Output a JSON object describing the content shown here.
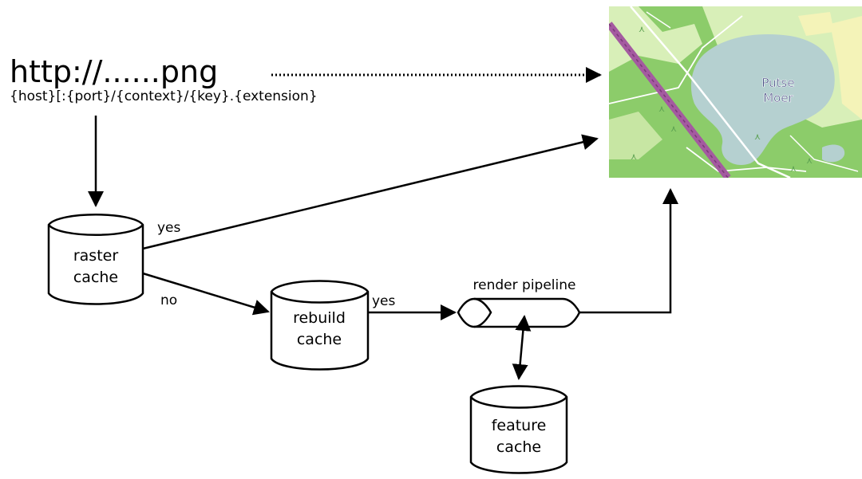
{
  "url": {
    "main": "http://......png",
    "template": "{host}[:{port}/{context}/{key}.{extension}"
  },
  "nodes": {
    "raster_cache": {
      "line1": "raster",
      "line2": "cache"
    },
    "rebuild_cache": {
      "line1": "rebuild",
      "line2": "cache"
    },
    "feature_cache": {
      "line1": "feature",
      "line2": "cache"
    },
    "render_pipeline": {
      "label": "render pipeline"
    }
  },
  "edges": {
    "raster_yes": "yes",
    "raster_no": "no",
    "rebuild_yes": "yes"
  },
  "map_tile": {
    "place_label_line1": "Putse",
    "place_label_line2": "Moer",
    "colors": {
      "forest": "#8ccc6a",
      "light_green": "#d8efb8",
      "water": "#b5d0d0",
      "sand": "#f4f3b8",
      "rail": "#a45aa0"
    }
  }
}
